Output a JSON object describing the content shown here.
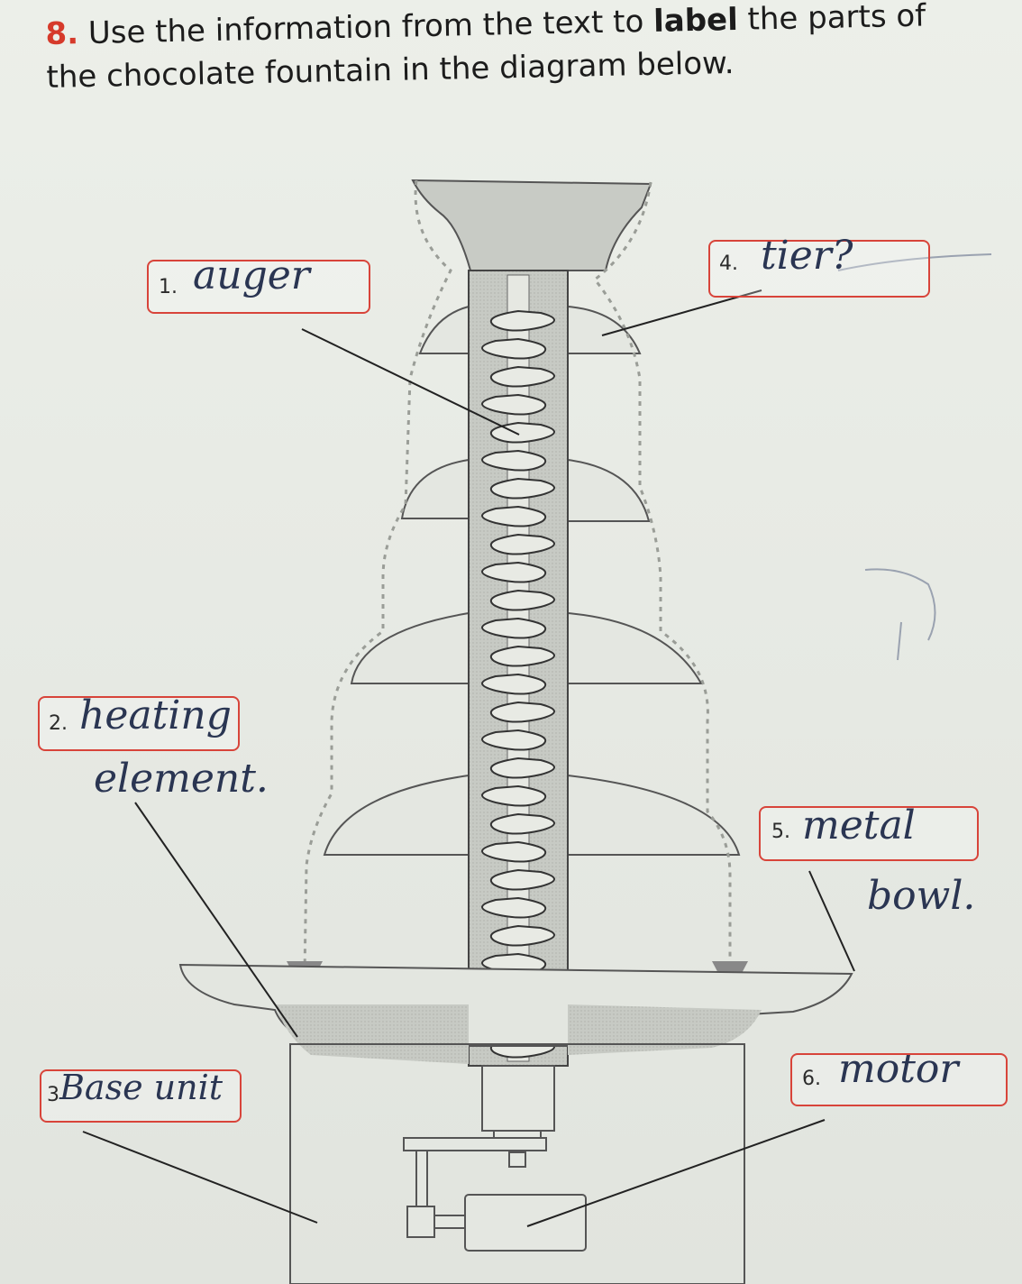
{
  "question": {
    "number": "8.",
    "text_before": "Use the information from the text to",
    "bold_word": "label",
    "text_after": "the parts of the chocolate fountain in the diagram below."
  },
  "labels": [
    {
      "num": "1.",
      "answer": "auger"
    },
    {
      "num": "2.",
      "answer": "heating",
      "answer_line2": "element."
    },
    {
      "num": "3",
      "answer": "Base unit"
    },
    {
      "num": "4.",
      "answer": "tier?"
    },
    {
      "num": "5.",
      "answer": "metal",
      "answer_line2": "bowl."
    },
    {
      "num": "6.",
      "answer": "motor"
    }
  ],
  "colors": {
    "box": "#d8443a",
    "ink": "#2a3552",
    "drawing": "#444444",
    "chocolate_fill": "#c9ccc6"
  }
}
